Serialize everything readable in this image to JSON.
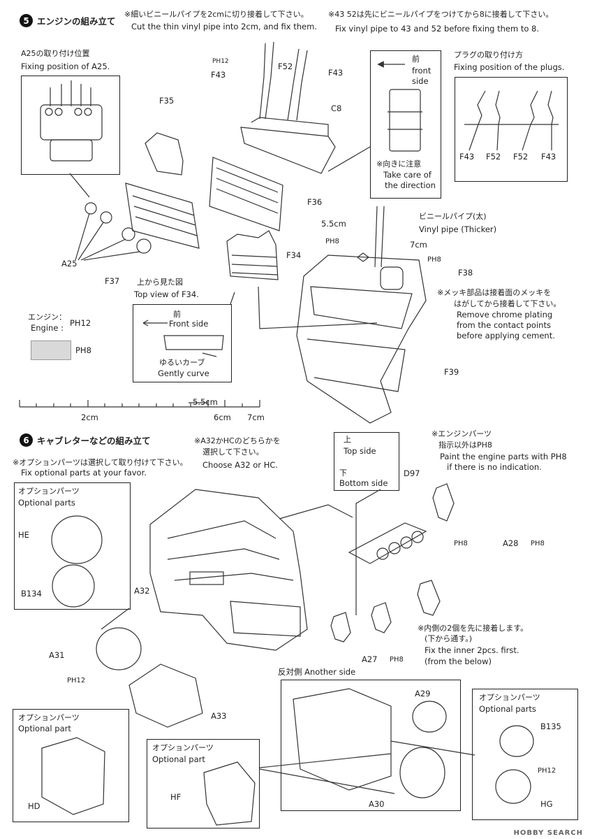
{
  "step5": {
    "number": "5",
    "title": "エンジンの組み立て",
    "note1_jp": "※細いビニールパイプを2cmに切り接着して下さい。",
    "note1_en": "Cut the thin vinyl pipe into 2cm, and fix them.",
    "note2_jp": "※43 52は先にビニールパイプをつけてから8に接着して下さい。",
    "note2_en": "Fix vinyl pipe to 43 and 52 before fixing them to 8.",
    "fixpos_jp": "A25の取り付け位置",
    "fixpos_en": "Fixing position of A25.",
    "plug_jp": "プラグの取り付け方",
    "plug_en": "Fixing position of the plugs.",
    "direction_jp": "前",
    "direction_en1": "front",
    "direction_en2": "side",
    "care_jp": "※向きに注意",
    "care_en1": "Take care of",
    "care_en2": "the direction",
    "vinyl_jp": "ビニールパイプ(太)",
    "vinyl_en": "Vinyl pipe (Thicker)",
    "len55": "5.5cm",
    "len7": "7cm",
    "chrome_jp1": "※メッキ部品は接着面のメッキを",
    "chrome_jp2": "はがしてから接着して下さい。",
    "chrome_en1": "Remove chrome plating",
    "chrome_en2": "from the contact points",
    "chrome_en3": "before applying cement.",
    "topview_jp": "上から見た図",
    "topview_en": "Top view of F34.",
    "front_jp": "前",
    "front_en": "Front side",
    "curve_jp": "ゆるいカーブ",
    "curve_en": "Gently curve",
    "engine_jp": "エンジン：",
    "engine_en": "Engine :",
    "ph12": "PH12",
    "ph8": "PH8",
    "parts": {
      "f35": "F35",
      "f36": "F36",
      "f37": "F37",
      "f34": "F34",
      "f38": "F38",
      "f39": "F39",
      "c8": "C8",
      "f43": "F43",
      "f52": "F52",
      "a25": "A25"
    }
  },
  "ruler": {
    "l1": "2cm",
    "l2": "5.5cm",
    "l3": "6cm",
    "l4": "7cm"
  },
  "step6": {
    "number": "6",
    "title": "キャブレターなどの組み立て",
    "opt_jp": "※オプションパーツは選択して取り付けて下さい。",
    "opt_en": "Fix optional parts at your favor.",
    "choose_jp1": "※A32かHCのどちらかを",
    "choose_jp2": "選択して下さい。",
    "choose_en": "Choose A32 or HC.",
    "engparts_jp": "※エンジンパーツ",
    "engparts_jp2": "指示以外はPH8",
    "engparts_en1": "Paint the engine parts with PH8",
    "engparts_en2": "if there is no indication.",
    "top_jp": "上",
    "top_en": "Top side",
    "bottom_jp": "下",
    "bottom_en": "Bottom side",
    "optparts_jp": "オプションパーツ",
    "optparts_en": "Optional parts",
    "optpart_jp": "オプションパーツ",
    "optpart_en": "Optional part",
    "inner_jp1": "※内側の2個を先に接着します。",
    "inner_jp2": "(下から通す。)",
    "inner_en1": "Fix the inner 2pcs. first.",
    "inner_en2": "(from the below)",
    "another": "反対側 Another side",
    "parts": {
      "he": "HE",
      "b134": "B134",
      "a32": "A32",
      "a31": "A31",
      "a33": "A33",
      "hd": "HD",
      "hf": "HF",
      "d97": "D97",
      "a28": "A28",
      "a27": "A27",
      "a29": "A29",
      "a30": "A30",
      "b135": "B135",
      "hg": "HG"
    }
  },
  "footer": "HOBBY SEARCH"
}
